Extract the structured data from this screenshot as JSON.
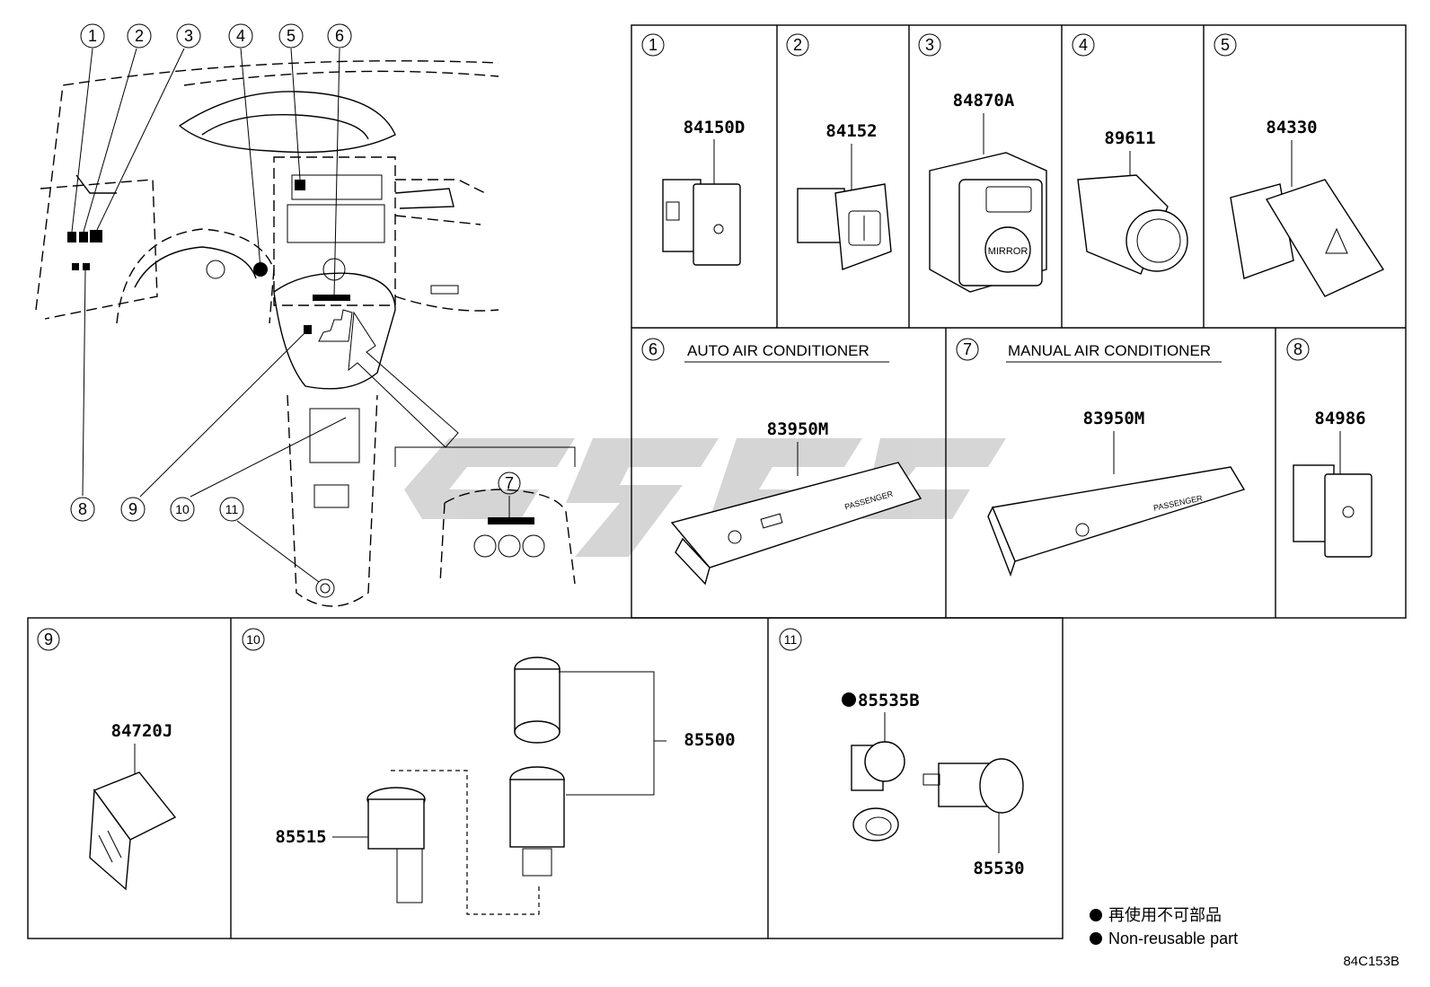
{
  "diagram_code": "84C153B",
  "overview_callouts": [
    "1",
    "2",
    "3",
    "4",
    "5",
    "6",
    "7",
    "8",
    "9",
    "10",
    "11"
  ],
  "sections": [
    {
      "num": "1",
      "part": "84150D"
    },
    {
      "num": "2",
      "part": "84152"
    },
    {
      "num": "3",
      "part": "84870A",
      "button_text": "MIRROR"
    },
    {
      "num": "4",
      "part": "89611"
    },
    {
      "num": "5",
      "part": "84330"
    },
    {
      "num": "6",
      "title": "AUTO AIR CONDITIONER",
      "part": "83950M",
      "panel_text": "PASSENGER"
    },
    {
      "num": "7",
      "title": "MANUAL AIR CONDITIONER",
      "part": "83950M",
      "panel_text": "PASSENGER"
    },
    {
      "num": "8",
      "part": "84986"
    },
    {
      "num": "9",
      "part": "84720J"
    },
    {
      "num": "10",
      "parts": [
        "85500",
        "85515"
      ]
    },
    {
      "num": "11",
      "parts": [
        "85535B",
        "85530"
      ]
    }
  ],
  "inset_callout": "7",
  "legend": {
    "line_cn": "再使用不可部品",
    "line_en": "Non-reusable part"
  },
  "watermark_color": "#b4b4b4"
}
